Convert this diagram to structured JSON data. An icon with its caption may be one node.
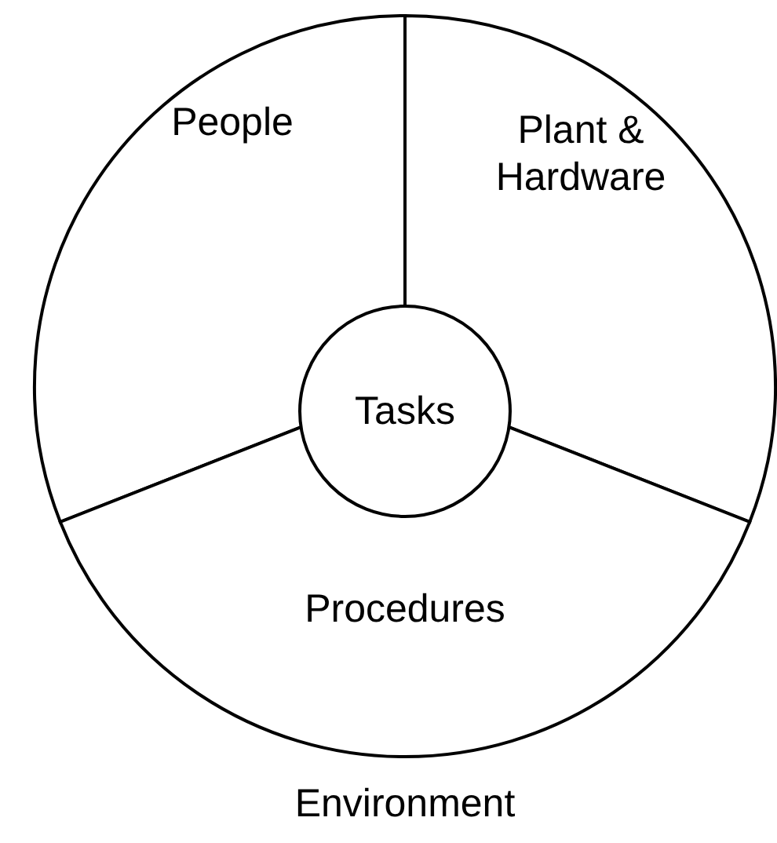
{
  "diagram": {
    "nodes": [
      {
        "text": [
          "People"
        ]
      },
      {
        "text": [
          "Plant & Hardware"
        ]
      },
      {
        "text": [
          "Procedures"
        ]
      },
      {
        "text": [
          "Tasks"
        ]
      }
    ],
    "labels": [
      "Environment"
    ]
  }
}
